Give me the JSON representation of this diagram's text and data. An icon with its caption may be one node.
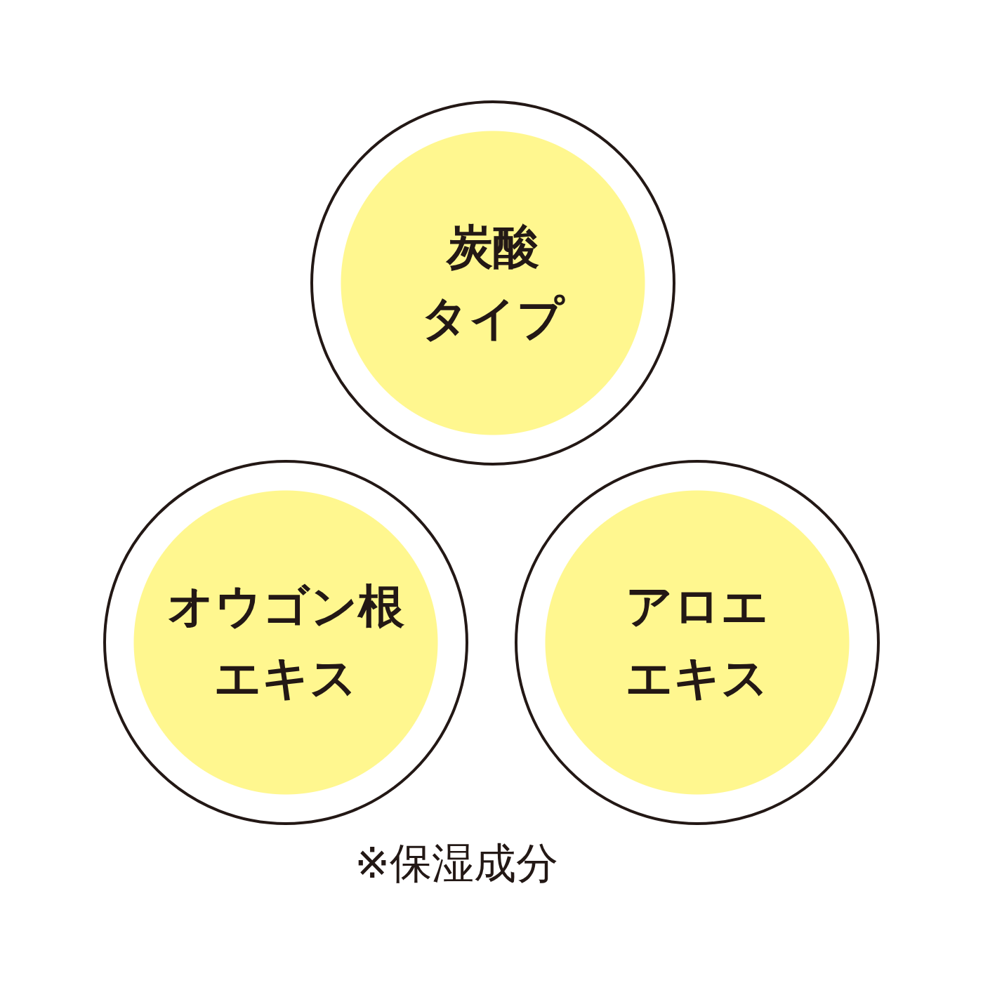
{
  "diagram": {
    "nodes": [
      {
        "text": [
          "炭酸タイプ"
        ]
      },
      {
        "text": [
          "オウゴン根エキス"
        ]
      },
      {
        "text": [
          "アロエエキス"
        ]
      }
    ],
    "labels": [
      "※保湿成分"
    ]
  }
}
